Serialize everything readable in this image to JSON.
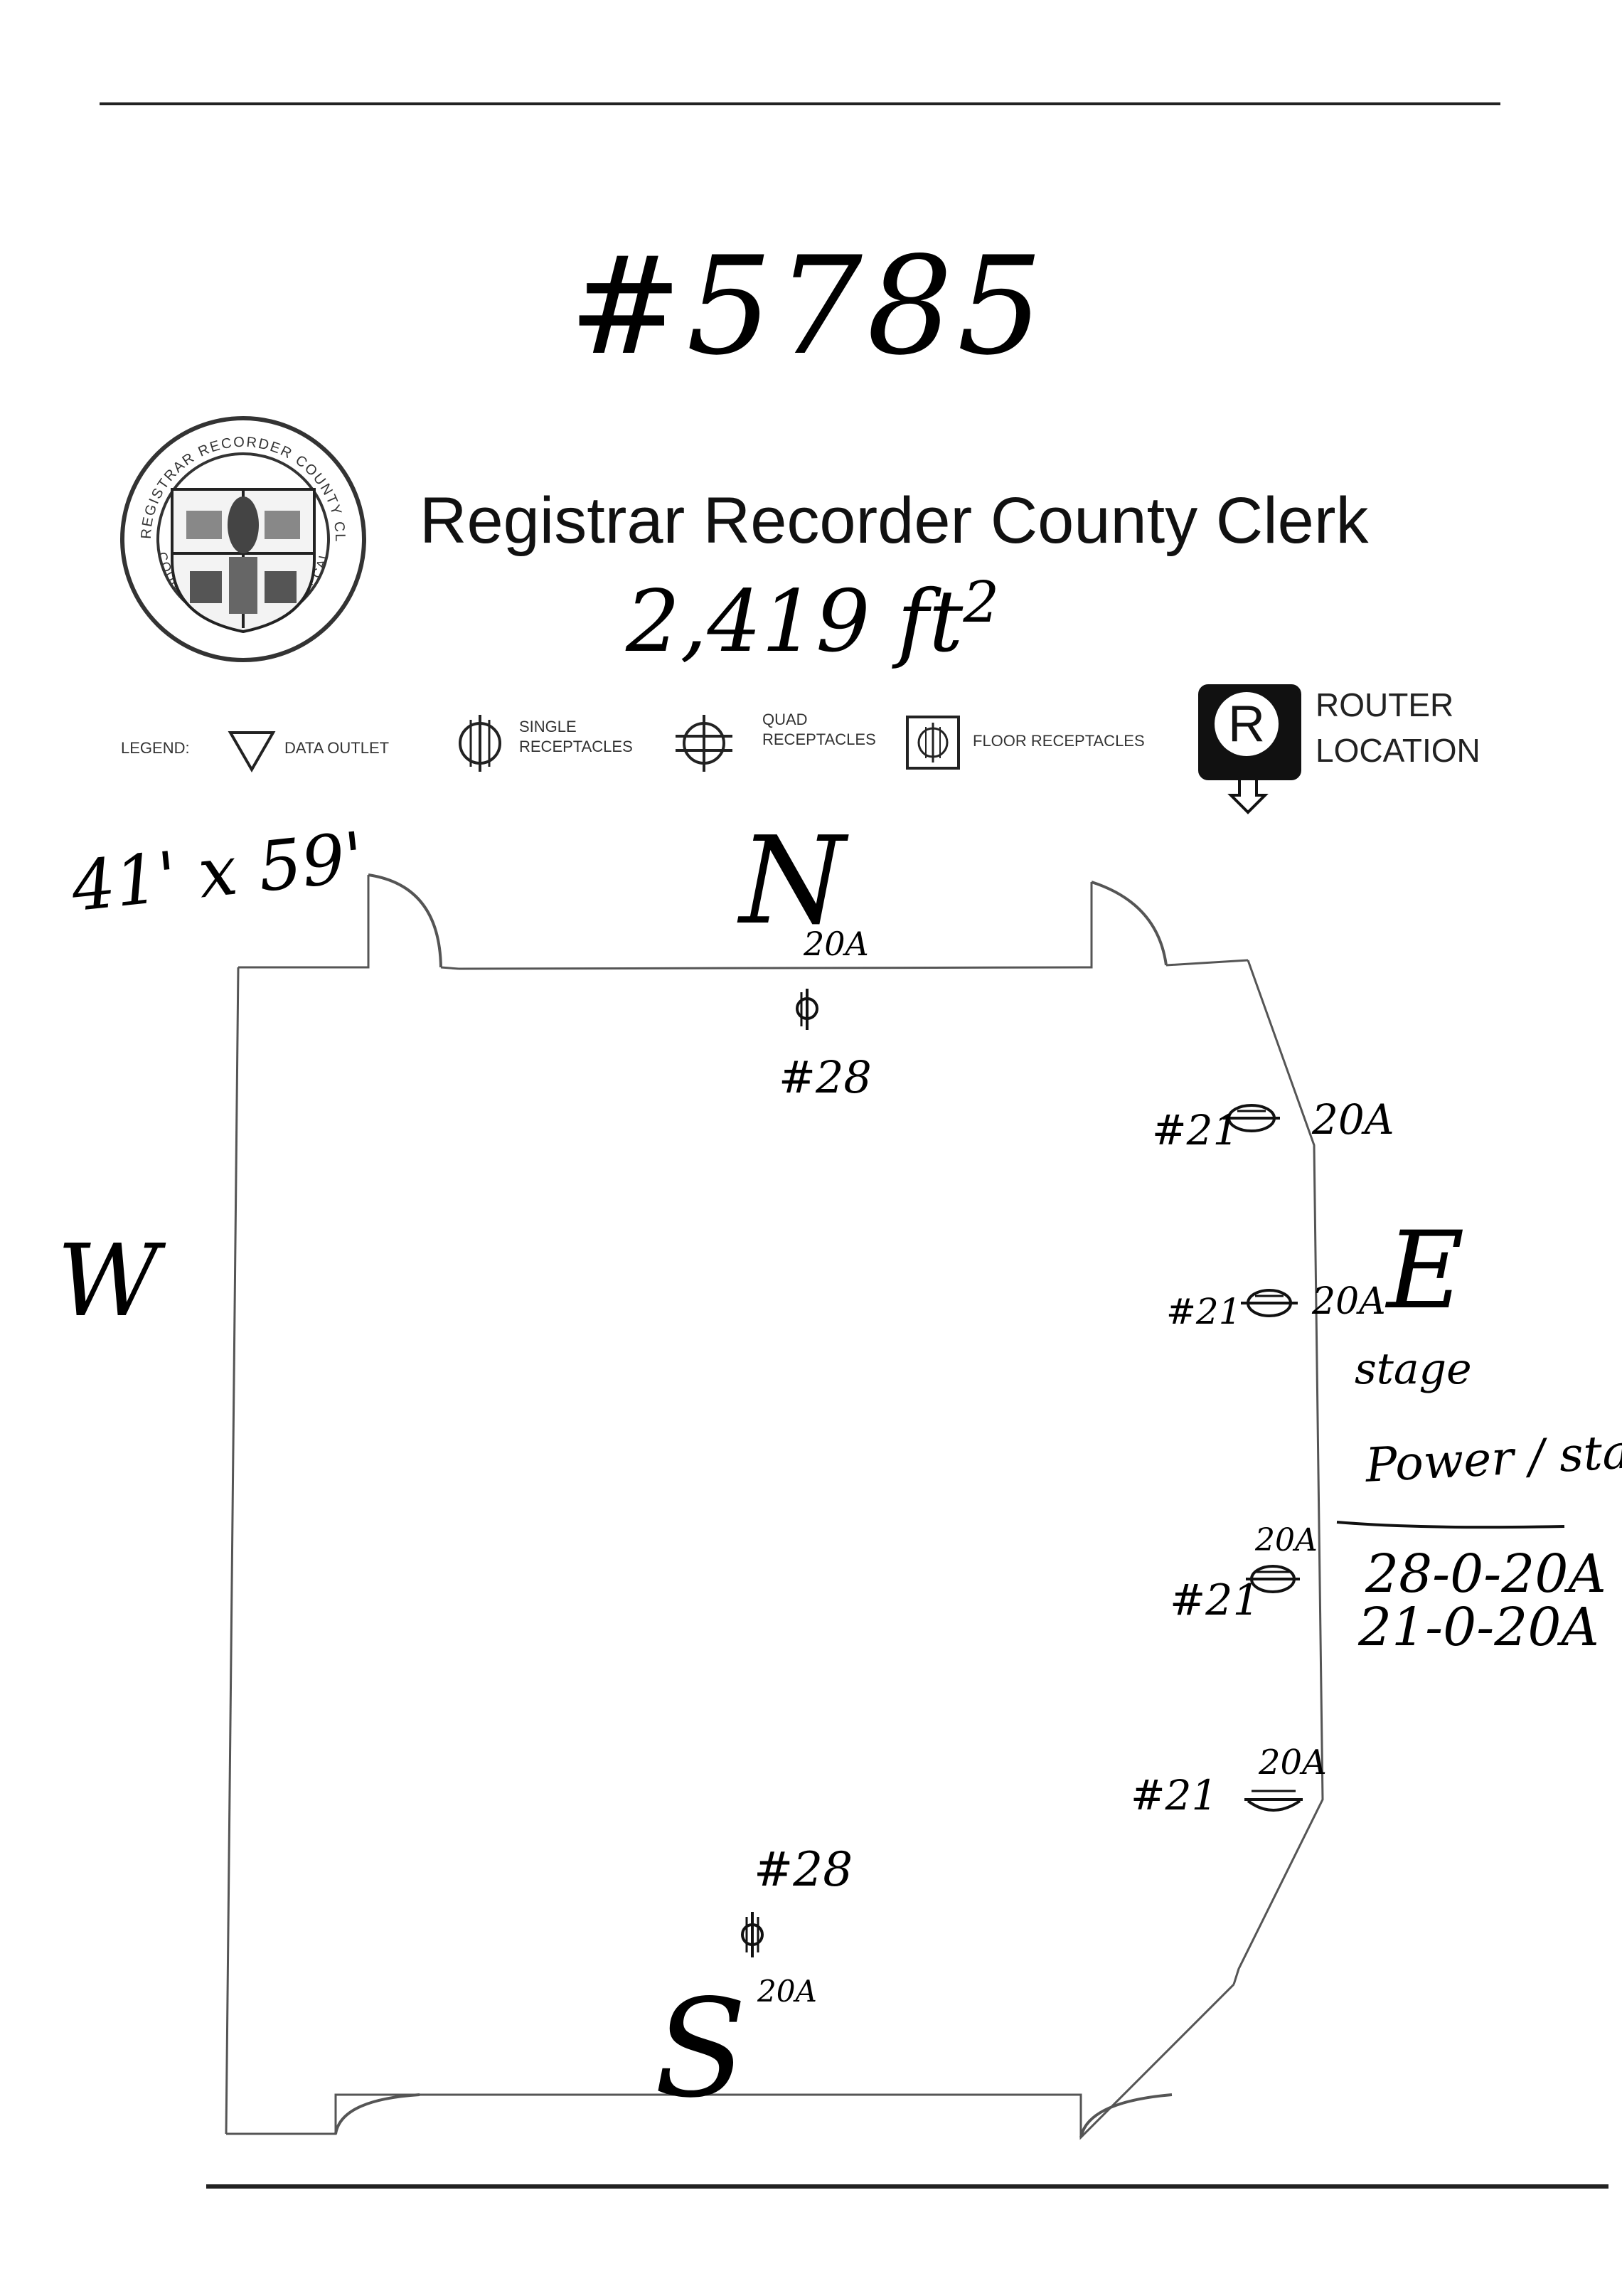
{
  "doc_number": "#5785",
  "title": "Registrar Recorder County Clerk",
  "area": "2,419 ft",
  "area_exponent": "2",
  "dimensions": "41' x 59'",
  "seal_text": {
    "top": "REGISTRAR RECORDER COUNTY CLERK",
    "bottom": "COUNTY OF LOS ANGELES · CALIFORNIA"
  },
  "legend": {
    "label": "LEGEND:",
    "data_outlet": "DATA OUTLET",
    "single_line1": "SINGLE",
    "single_line2": "RECEPTACLES",
    "quad_line1": "QUAD",
    "quad_line2": "RECEPTACLES",
    "floor": "FLOOR RECEPTACLES",
    "router_letter": "R",
    "router_line1": "ROUTER",
    "router_line2": "LOCATION"
  },
  "compass": {
    "north": "N",
    "south": "S",
    "east": "E",
    "west": "W"
  },
  "annotations": {
    "north_amp": "20A",
    "north_circuit": "#28",
    "east1_circuit": "#21",
    "east1_amp": "20A",
    "east2_circuit": "#21",
    "east2_amp": "20A",
    "stage": "stage",
    "power_stage": "Power / stage",
    "panel_line1": "28-0-20A",
    "panel_line2": "21-0-20A",
    "east3_amp": "20A",
    "east3_circuit": "#21",
    "east4_amp": "20A",
    "east4_circuit": "#21",
    "south_circuit": "#28",
    "south_amp": "20A"
  }
}
